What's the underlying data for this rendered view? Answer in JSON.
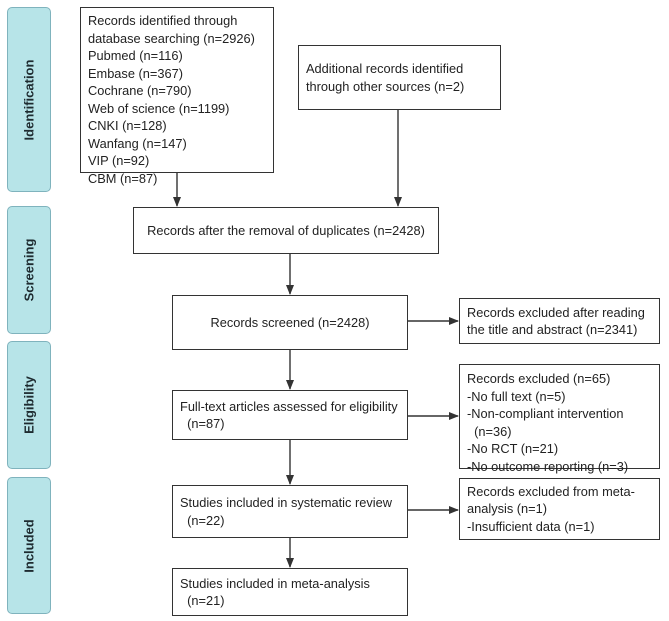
{
  "phases": {
    "identification": "Identification",
    "screening": "Screening",
    "eligibility": "Eligibility",
    "included": "Included"
  },
  "boxes": {
    "identified": [
      "Records identified through",
      "database searching (n=2926)",
      "Pubmed (n=116)",
      "Embase (n=367)",
      "Cochrane (n=790)",
      "Web of science (n=1199)",
      "CNKI (n=128)",
      "Wanfang (n=147)",
      "VIP (n=92)",
      "CBM (n=87)"
    ],
    "other_sources": [
      "Additional records identified",
      "through other sources (n=2)"
    ],
    "after_duplicates": "Records after the removal of duplicates (n=2428)",
    "screened": "Records screened (n=2428)",
    "excluded_screen": [
      "Records excluded after reading",
      "the title and abstract (n=2341)"
    ],
    "full_text": [
      "Full-text articles assessed for eligibility",
      "  (n=87)"
    ],
    "excluded_full": [
      "Records excluded (n=65)",
      "-No full text (n=5)",
      "-Non-compliant intervention",
      "  (n=36)",
      "-No RCT (n=21)",
      "-No outcome reporting (n=3)"
    ],
    "systematic": [
      "Studies included in systematic review",
      "  (n=22)"
    ],
    "excluded_meta": [
      "Records excluded from meta-",
      "analysis (n=1)",
      "-Insufficient data (n=1)"
    ],
    "meta": [
      "Studies included in meta-analysis",
      "  (n=21)"
    ]
  },
  "colors": {
    "phase_fill": "#b7e4e8",
    "phase_border": "#7fb3bd",
    "box_border": "#333333",
    "arrow": "#333333"
  }
}
